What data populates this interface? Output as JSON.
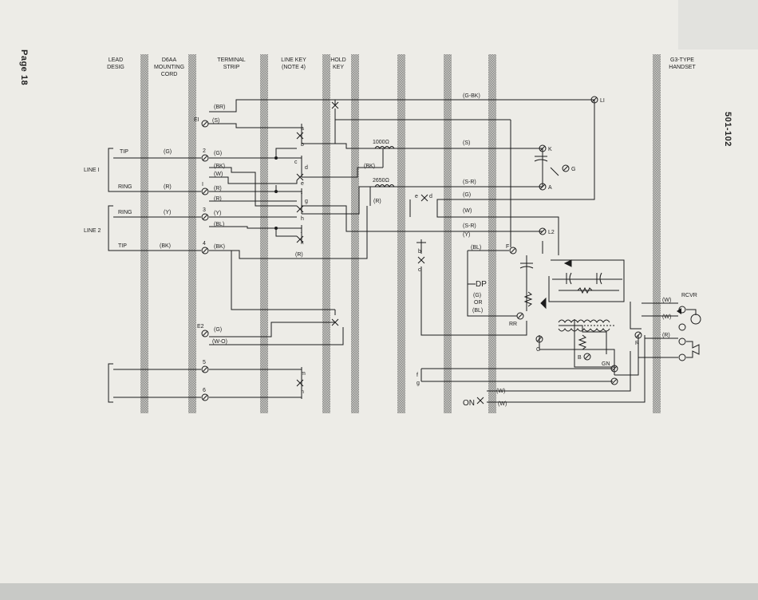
{
  "page": {
    "label": "Page 18",
    "doc_number": "501-102"
  },
  "columns": {
    "lead_desig": [
      "LEAD",
      "DESIG"
    ],
    "mounting_cord": [
      "D6AA",
      "MOUNTING",
      "CORD"
    ],
    "terminal_strip": [
      "TERMINAL",
      "STRIP"
    ],
    "line_key": [
      "LINE KEY",
      "(NOTE 4)"
    ],
    "hold_key": [
      "HOLD",
      "KEY"
    ],
    "handset": [
      "G3-TYPE",
      "HANDSET"
    ]
  },
  "line1": {
    "label": "LINE I",
    "tip": "TIP",
    "ring": "RING",
    "tip_color": "(G)",
    "ring_color": "(R)"
  },
  "line2": {
    "label": "LINE 2",
    "ring": "RING",
    "tip": "TIP",
    "ring_color": "(Y)",
    "tip_color": "(BK)"
  },
  "terminals": {
    "e1": "EI",
    "t2": "2",
    "t1": "I",
    "t3": "3",
    "t4": "4",
    "e2": "E2",
    "t5": "5",
    "t6": "6"
  },
  "wire_labels": {
    "br": "(BR)",
    "s": "(S)",
    "g": "(G)",
    "bk": "(BK)",
    "w": "(W)",
    "r": "(R)",
    "y": "(Y)",
    "bl": "(BL)",
    "w_o": "(W-O)",
    "g_bk": "(G-BK)",
    "s_r": "(S-R)",
    "dp_g": "(G)",
    "dp_or": "OR",
    "dp_bl": "(BL)"
  },
  "contacts": [
    "a",
    "b",
    "c",
    "d",
    "e",
    "f",
    "g",
    "h",
    "j",
    "k",
    "m",
    "n"
  ],
  "resistors": {
    "r1000": "1000Ω",
    "r2650": "2650Ω"
  },
  "nodes": {
    "l1": "LI",
    "l2": "L2",
    "k": "K",
    "a": "A",
    "g": "G",
    "f": "F",
    "rr": "RR",
    "c": "C",
    "b": "B",
    "gn": "GN",
    "r": "R"
  },
  "components": {
    "dp": "DP",
    "rcvr": "RCVR",
    "on": "ON"
  },
  "right_contacts": {
    "e": "e",
    "d": "d",
    "b": "b",
    "c": "c",
    "f": "f",
    "g": "g"
  }
}
